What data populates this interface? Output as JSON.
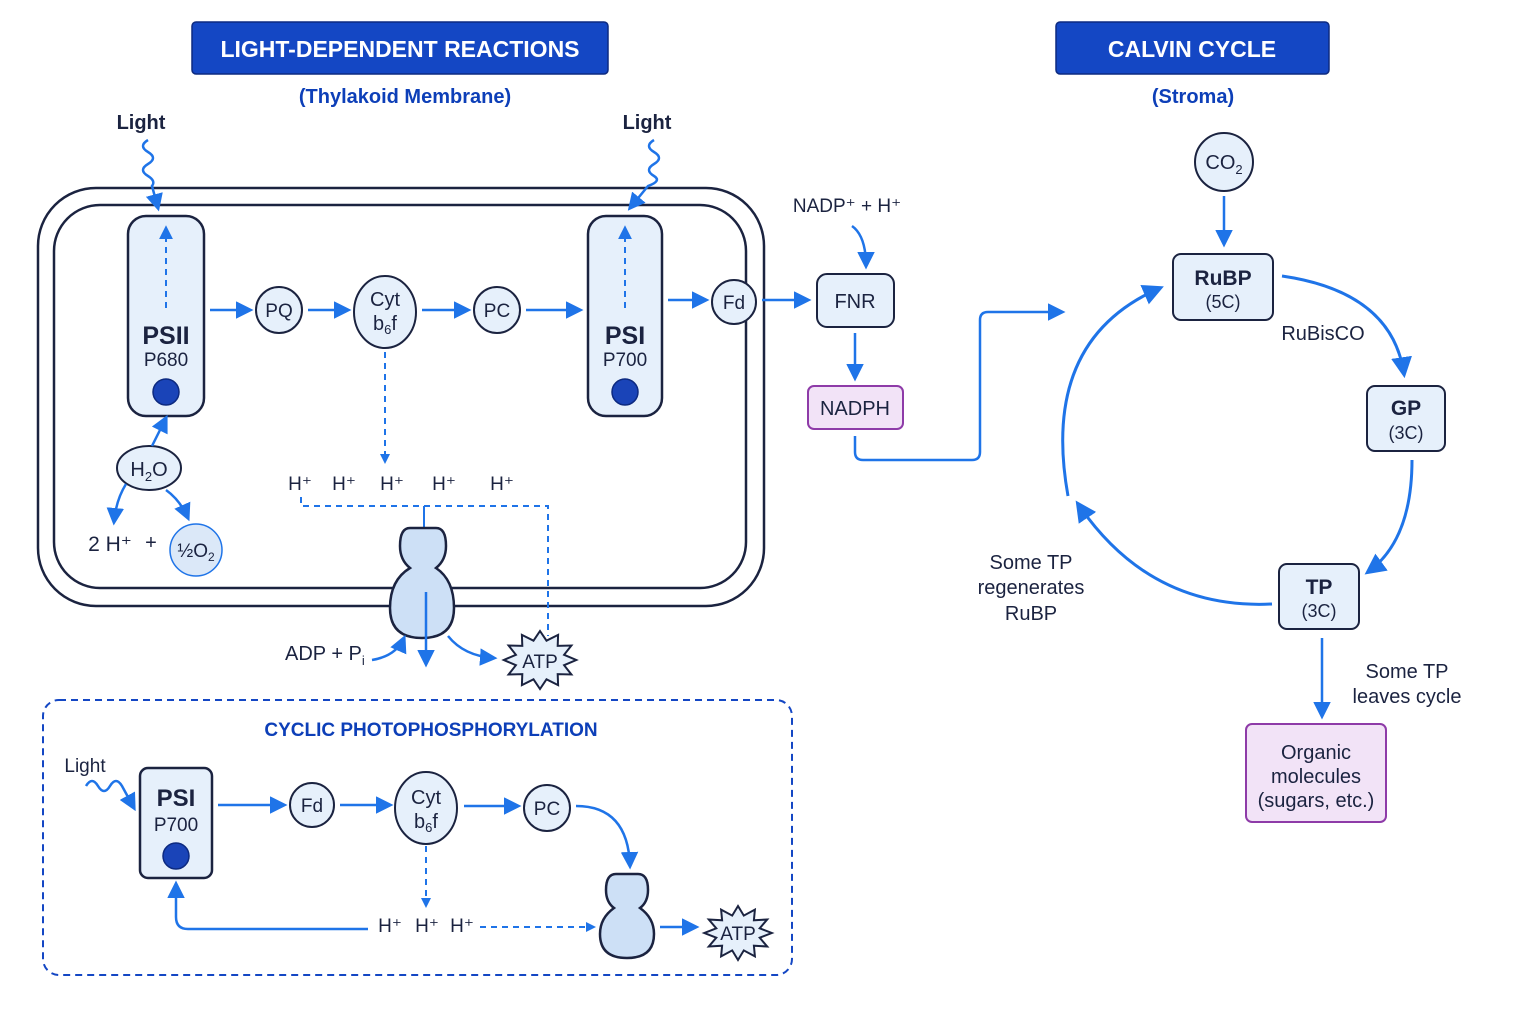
{
  "colors": {
    "banner": "#1447c4",
    "accent": "#1f74e8",
    "dark_outline": "#1b2340",
    "node_fill": "#e6f0fb",
    "purple_fill": "#f2e3f7",
    "purple_stroke": "#8e3ba8",
    "photosystem_dot": "#1a44b8"
  },
  "light_reactions": {
    "title": "LIGHT-DEPENDENT REACTIONS",
    "subtitle": "(Thylakoid Membrane)",
    "light_1": "Light",
    "light_2": "Light",
    "psii": {
      "name": "PSII",
      "pigment": "P680"
    },
    "psi": {
      "name": "PSI",
      "pigment": "P700"
    },
    "pq": "PQ",
    "cyt_top": "Cyt",
    "cyt_bottom_b": "b",
    "cyt_bottom_sub": "6",
    "cyt_bottom_f": "f",
    "pc": "PC",
    "fd": "Fd",
    "fnr": "FNR",
    "nadp": "NADP⁺  +  H⁺",
    "nadph": "NADPH",
    "water_h": "H",
    "water_sub": "2",
    "water_o": "O",
    "protons_out": "2 H⁺",
    "plus": "+",
    "oxygen_half": "½",
    "oxygen_o": "O",
    "oxygen_sub": "2",
    "h_ions": [
      "H⁺",
      "H⁺",
      "H⁺",
      "H⁺",
      "H⁺"
    ],
    "adp_text": "ADP + P",
    "adp_sub": "i",
    "atp": "ATP"
  },
  "cyclic": {
    "title": "CYCLIC PHOTOPHOSPHORYLATION",
    "light": "Light",
    "psi": {
      "name": "PSI",
      "pigment": "P700"
    },
    "fd": "Fd",
    "cyt_top": "Cyt",
    "cyt_bottom_b": "b",
    "cyt_bottom_sub": "6",
    "cyt_bottom_f": "f",
    "pc": "PC",
    "h_ions": [
      "H⁺",
      "H⁺",
      "H⁺"
    ],
    "atp": "ATP"
  },
  "calvin": {
    "title": "CALVIN CYCLE",
    "subtitle": "(Stroma)",
    "co2_c": "CO",
    "co2_sub": "2",
    "rubp": {
      "name": "RuBP",
      "carbons": "(5C)"
    },
    "rubisco": "RuBisCO",
    "gp": {
      "name": "GP",
      "carbons": "(3C)"
    },
    "tp": {
      "name": "TP",
      "carbons": "(3C)"
    },
    "regen": [
      "Some TP",
      "regenerates",
      "RuBP"
    ],
    "leaves": [
      "Some TP",
      "leaves cycle"
    ],
    "organic": [
      "Organic",
      "molecules",
      "(sugars, etc.)"
    ]
  }
}
